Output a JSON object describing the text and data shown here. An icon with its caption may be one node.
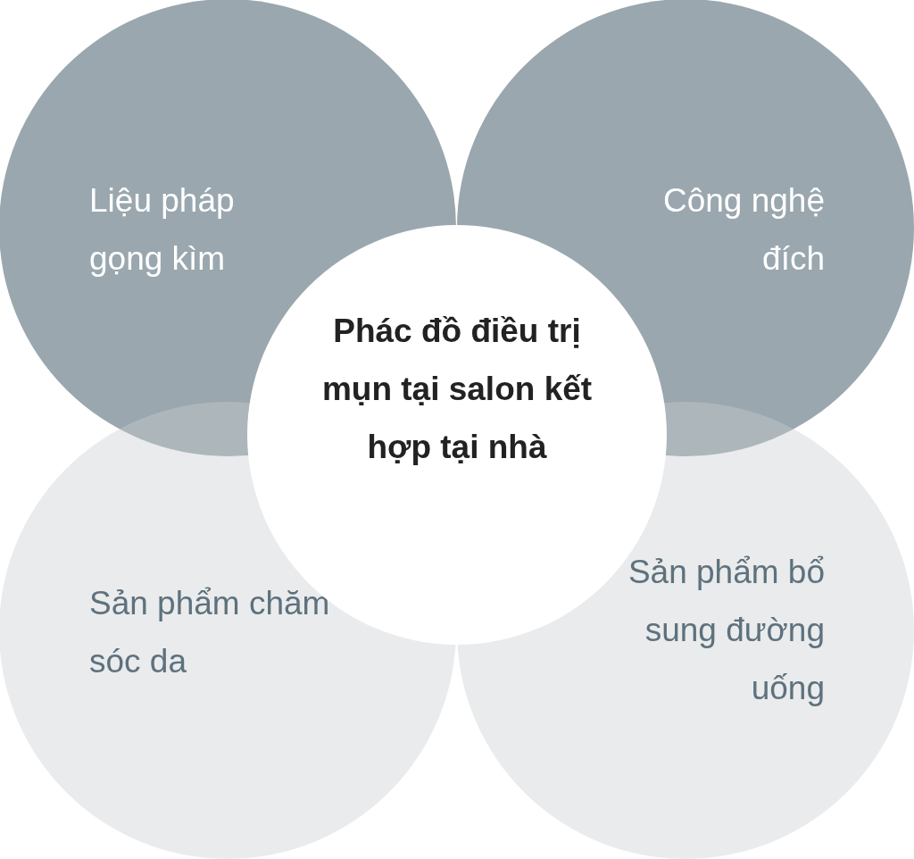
{
  "diagram": {
    "nodes": [
      {
        "text": [
          "Liệu pháp gọng kìm"
        ]
      },
      {
        "text": [
          "Công nghệ đích"
        ]
      },
      {
        "text": [
          "Phác đồ điều trị mụn tại salon kết hợp tại nhà"
        ]
      },
      {
        "text": [
          "Sản phẩm chăm sóc da"
        ]
      },
      {
        "text": [
          "Sản phẩm bổ sung đường uống"
        ]
      }
    ]
  }
}
